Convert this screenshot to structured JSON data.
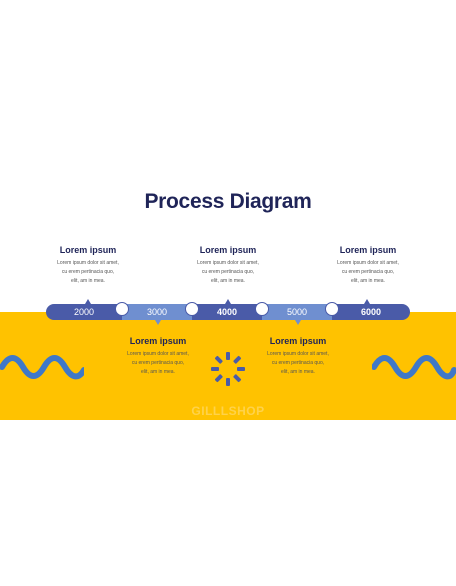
{
  "slide": {
    "title": "Process Diagram",
    "watermark": "GILLLSHOP"
  },
  "timeline": {
    "years": [
      "2000",
      "3000",
      "4000",
      "5000",
      "6000"
    ]
  },
  "steps": [
    {
      "heading": "Lorem ipsum",
      "lines": [
        "Lorem ipsum dolor sit amet,",
        "cu erem pertinacia quo,",
        "elit, am in mea."
      ]
    },
    {
      "heading": "Lorem ipsum",
      "lines": [
        "Lorem ipsum dolor sit amet,",
        "cu erem pertinacia quo,",
        "elit, am in mea."
      ]
    },
    {
      "heading": "Lorem ipsum",
      "lines": [
        "Lorem ipsum dolor sit amet,",
        "cu erem pertinacia quo,",
        "elit, am in mea."
      ]
    },
    {
      "heading": "Lorem ipsum",
      "lines": [
        "Lorem ipsum dolor sit amet,",
        "cu erem pertinacia quo,",
        "elit, am in mea."
      ]
    },
    {
      "heading": "Lorem ipsum",
      "lines": [
        "Lorem ipsum dolor sit amet,",
        "cu erem pertinacia quo,",
        "elit, am in mea."
      ]
    }
  ],
  "colors": {
    "title": "#1f2458",
    "band": "#ffc200",
    "timeline_dark": "#4a5ba8",
    "timeline_light": "#6f8fd0",
    "wave": "#3f78c8"
  }
}
